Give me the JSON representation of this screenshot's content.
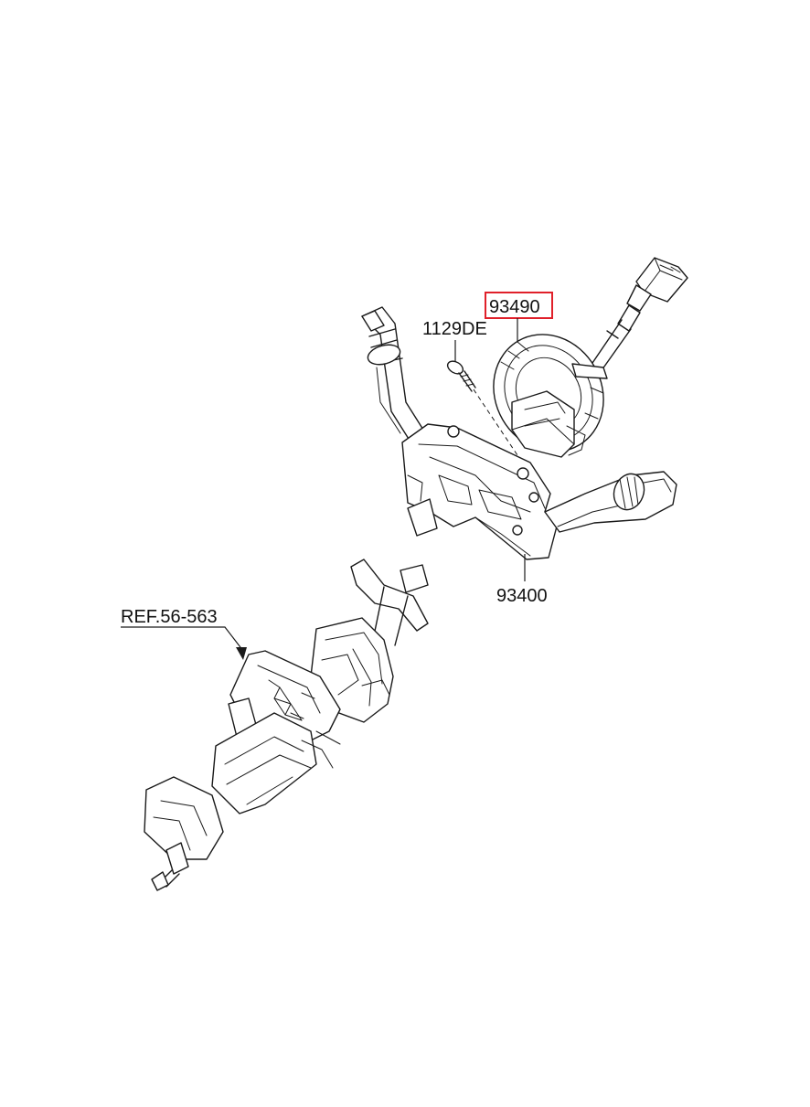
{
  "colors": {
    "background": "#ffffff",
    "line": "#1a1a1a",
    "highlight_box": "#e0202a"
  },
  "labels": {
    "clock_spring": "93490",
    "screw": "1129DE",
    "multifunction_switch": "93400",
    "column_reference": "REF.56-563"
  },
  "highlighted_part": "93490"
}
